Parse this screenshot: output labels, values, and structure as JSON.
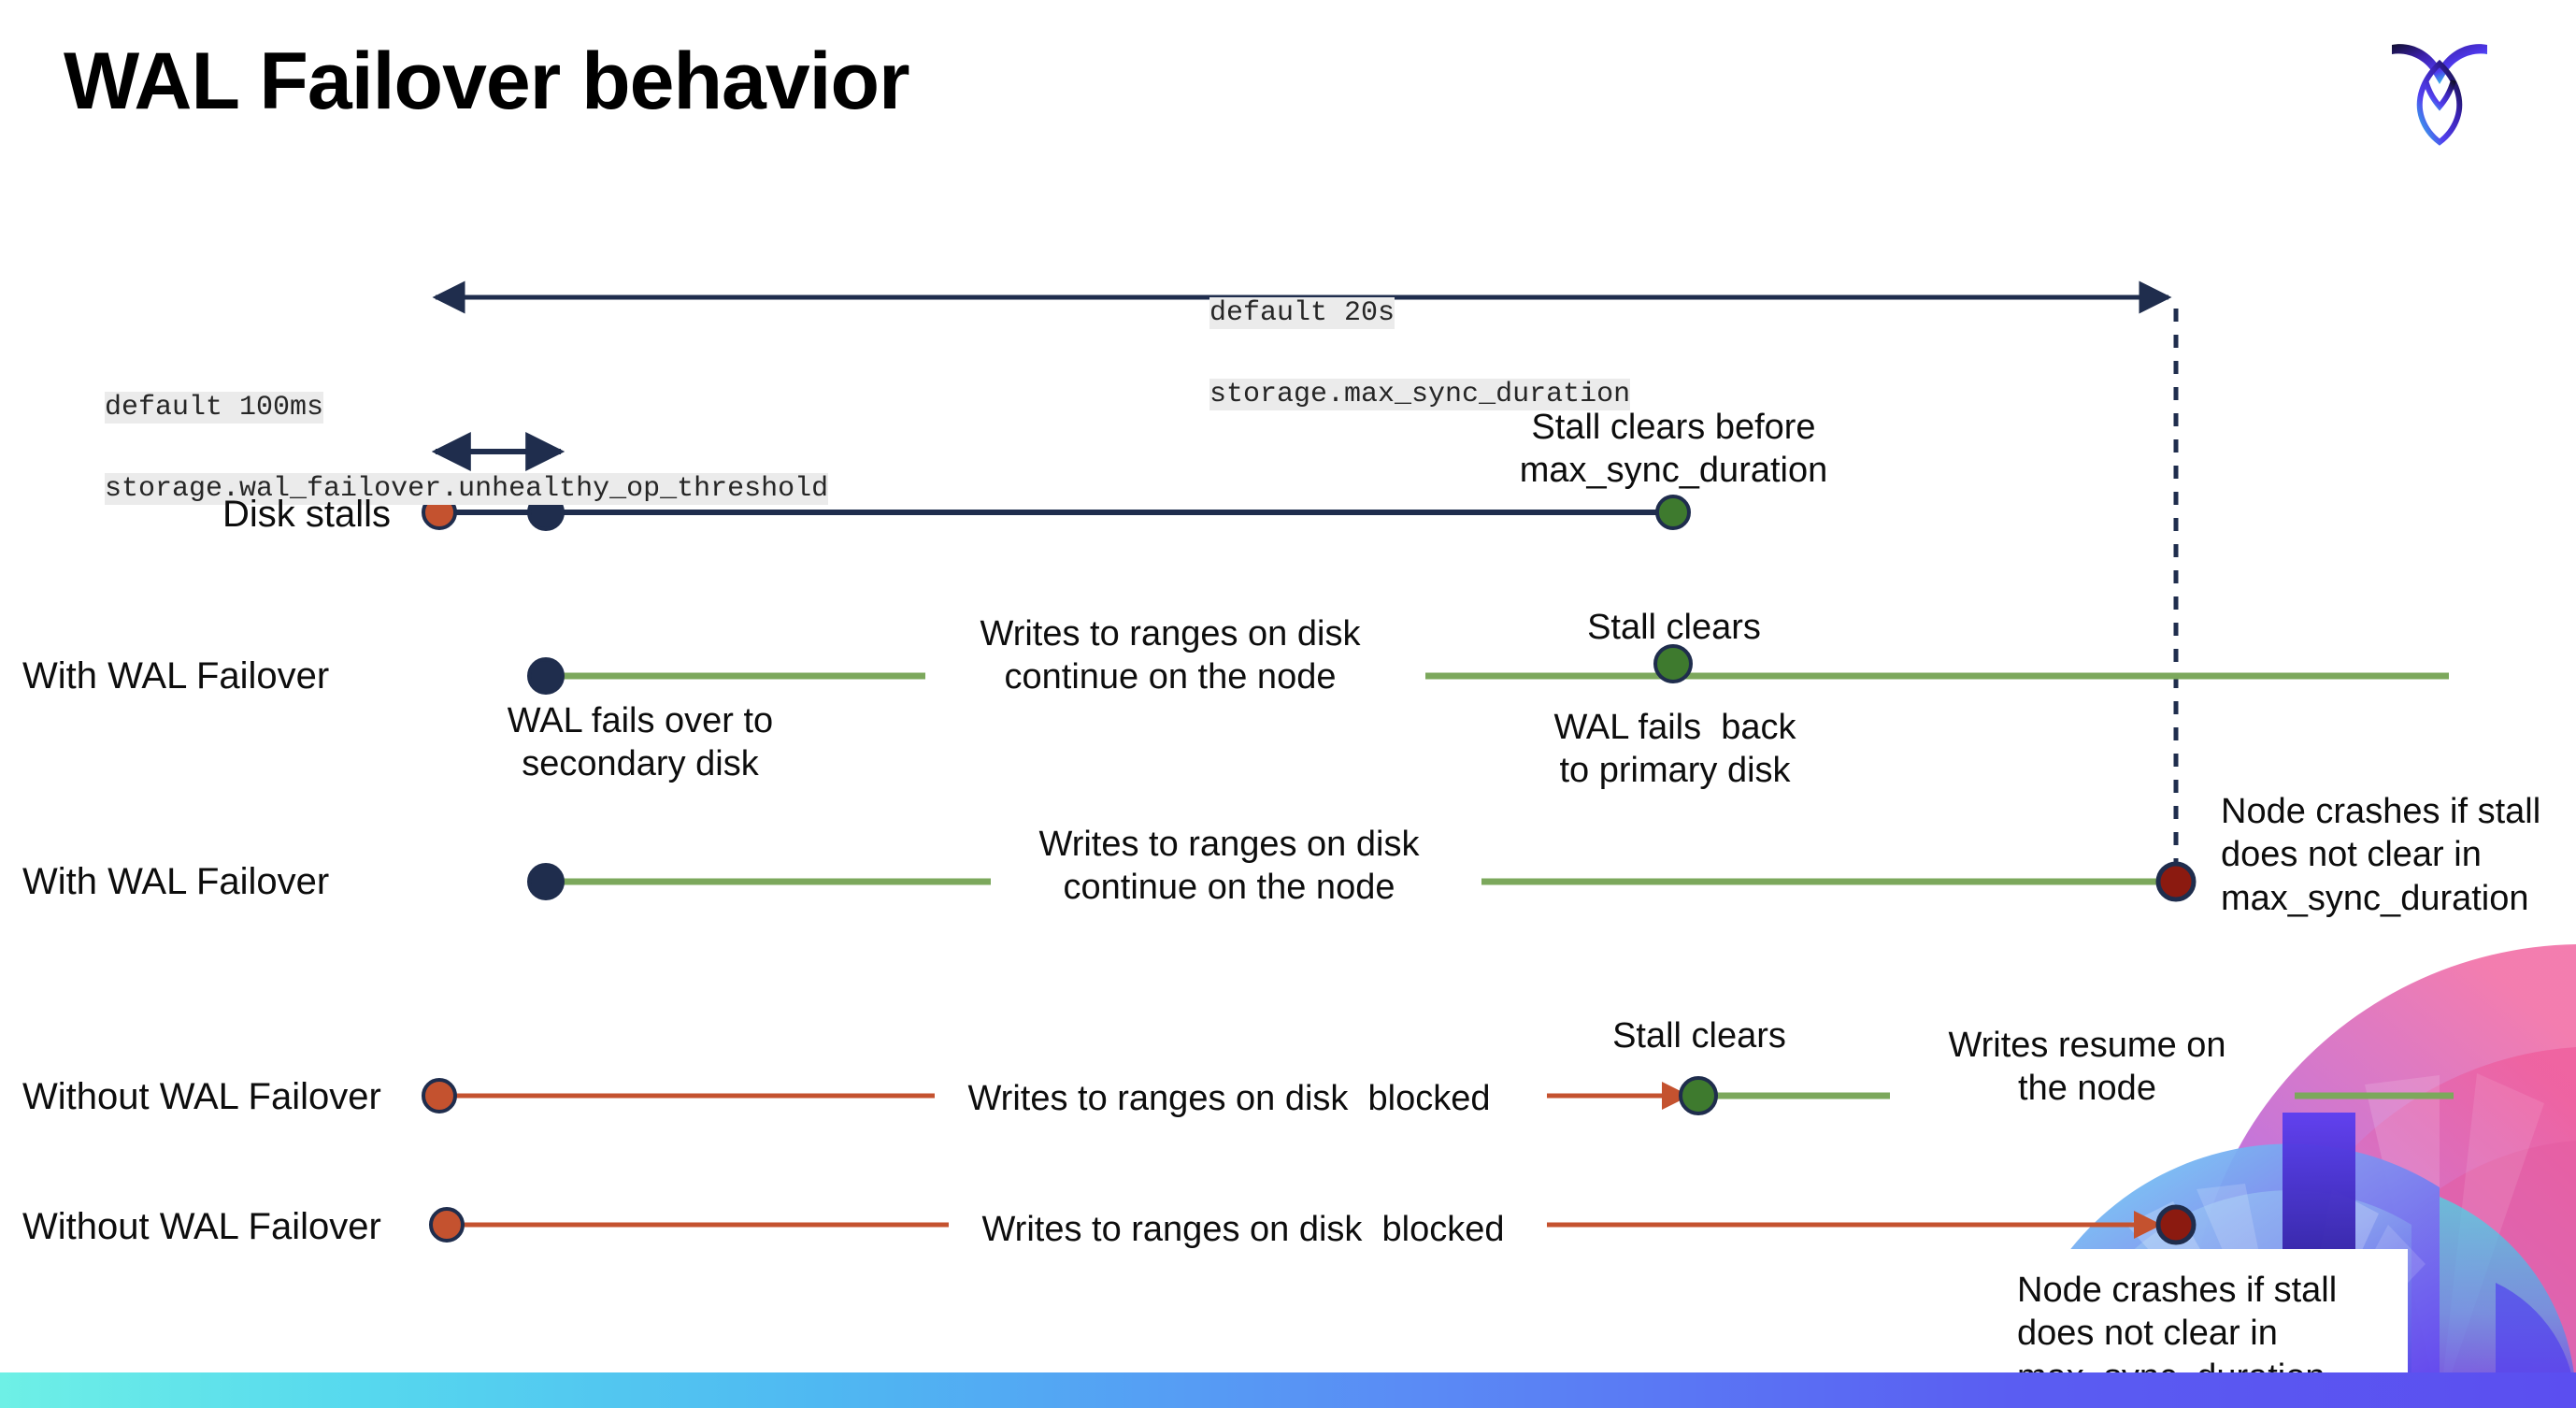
{
  "slide": {
    "title": "WAL Failover behavior",
    "logo_name": "cockroachdb-logo"
  },
  "colors": {
    "navy": "#1f2d4d",
    "orange": "#c4522f",
    "green_line": "#7ca85c",
    "green_dot": "#3e7a2e",
    "dark_red": "#8b1a10",
    "code_bg": "#ebebeb",
    "text": "#0d0d0d"
  },
  "cluster_settings": {
    "max_sync": {
      "default_label": "default 20s",
      "setting_name": "storage.max_sync_duration"
    },
    "unhealthy_threshold": {
      "default_label": "default 100ms",
      "setting_name": "storage.wal_failover.unhealthy_op_threshold"
    }
  },
  "rows": [
    {
      "id": "disk-stalls",
      "label": "Disk stalls",
      "annotations": [
        {
          "id": "stall-clears-before",
          "text": "Stall clears before\nmax_sync_duration"
        }
      ]
    },
    {
      "id": "with-wal-failover-1",
      "label": "With WAL Failover",
      "annotations": [
        {
          "id": "writes-continue-1",
          "text": "Writes to ranges on disk\ncontinue on the node"
        },
        {
          "id": "stall-clears-1",
          "text": "Stall clears"
        },
        {
          "id": "wal-fails-over",
          "text": "WAL fails over to\nsecondary disk"
        },
        {
          "id": "wal-fails-back",
          "text": "WAL fails  back\nto primary disk"
        }
      ]
    },
    {
      "id": "with-wal-failover-2",
      "label": "With WAL Failover",
      "annotations": [
        {
          "id": "writes-continue-2",
          "text": "Writes to ranges on disk\ncontinue on the node"
        },
        {
          "id": "node-crashes-1",
          "text": "Node crashes if stall\ndoes not clear in\nmax_sync_duration"
        }
      ]
    },
    {
      "id": "without-wal-failover-1",
      "label": "Without WAL Failover",
      "annotations": [
        {
          "id": "writes-blocked-1",
          "text": "Writes to ranges on disk  blocked"
        },
        {
          "id": "stall-clears-2",
          "text": "Stall clears"
        },
        {
          "id": "writes-resume",
          "text": "Writes resume on\nthe node"
        }
      ]
    },
    {
      "id": "without-wal-failover-2",
      "label": "Without WAL Failover",
      "annotations": [
        {
          "id": "writes-blocked-2",
          "text": "Writes to ranges on disk  blocked"
        },
        {
          "id": "node-crashes-2",
          "text": "Node crashes if stall\ndoes not clear in\nmax_sync_duration"
        }
      ]
    }
  ],
  "markers": {
    "stall-start": "stall-start-marker",
    "failover-start": "failover-start-marker",
    "stall-cleared": "stall-cleared-marker",
    "node-crash": "node-crash-marker"
  },
  "arrows": {
    "max_sync_span": "max-sync-duration-span-arrow",
    "unhealthy_span": "unhealthy-op-threshold-span-arrow",
    "deadline_dashed": "max-sync-deadline-dashed-line"
  }
}
